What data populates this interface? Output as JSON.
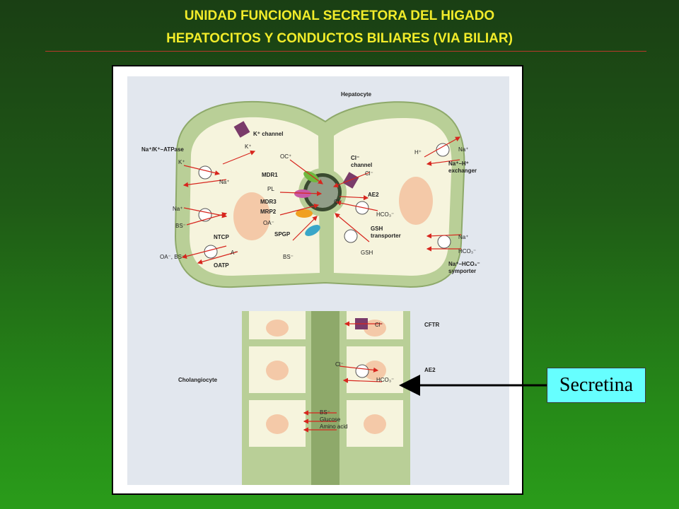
{
  "header": {
    "title_line1": "UNIDAD FUNCIONAL SECRETORA DEL HIGADO",
    "title_line2": "HEPATOCITOS Y CONDUCTOS BILIARES (VIA BILIAR)"
  },
  "diagram": {
    "hepatocyte": "Hepatocyte",
    "k_channel": "K⁺ channel",
    "k_plus": "K⁺",
    "na_k_atpase": "Na⁺/K⁺–ATPase",
    "k_in": "K⁺",
    "na_out": "Na⁺",
    "ntcp": "NTCP",
    "na_ntcp": "Na⁺",
    "bs_ntcp": "BS⁻",
    "oatp": "OATP",
    "oa_bs": "OA⁻, BS⁻",
    "a_minus": "A⁻",
    "oc_plus": "OC⁺",
    "mdr1": "MDR1",
    "pl": "PL",
    "mdr3": "MDR3",
    "mrp2": "MRP2",
    "oa_minus": "OA⁻",
    "spgp": "SPGP",
    "bs_spgp": "BS⁻",
    "cl_channel_1": "Cl⁻",
    "cl_channel_2": "channel",
    "cl_out": "Cl⁻",
    "ae2": "AE2",
    "cl_lumen": "Cl⁻",
    "hco3": "HCO₃⁻",
    "gsh_transporter_1": "GSH",
    "gsh_transporter_2": "transporter",
    "gsh": "GSH",
    "h_plus": "H⁺",
    "na_right": "Na⁺",
    "nah_exchanger_1": "Na⁺–H⁺",
    "nah_exchanger_2": "exchanger",
    "na_sym": "Na⁺",
    "hco3_sym": "HCO₃⁻",
    "symporter_1": "Na⁺–HCO₃⁻",
    "symporter_2": "symporter",
    "cholangiocyte": "Cholangiocyte",
    "cl_cftr": "Cl⁻",
    "cftr": "CFTR",
    "cl_ae2": "Cl⁻",
    "hco3_ae2": "HCO₃⁻",
    "ae2_chol": "AE2",
    "bs_minus": "BS⁻",
    "glucose": "Glucose",
    "amino_acid": "Amino acid"
  },
  "callout": {
    "label": "Secretina"
  },
  "colors": {
    "title": "#f2ec2a",
    "callout_bg": "#66ffff",
    "cell_border": "#b9cf97",
    "cytoplasm": "#f6f4dd",
    "nucleus": "#f4c9a8",
    "arrow": "#d7261e"
  }
}
